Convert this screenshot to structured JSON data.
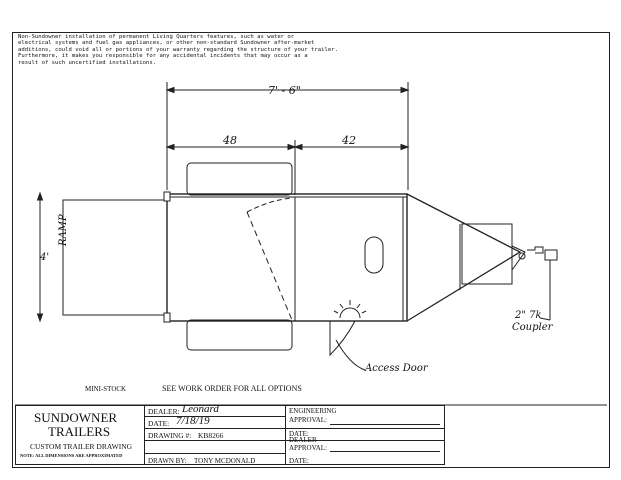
{
  "disclaimer": {
    "lines": [
      "Non-Sundowner installation of permanent Living Quarters features, such as water or",
      "electrical systems and fuel gas appliances, or other non-standard Sundowner after-market",
      "additions, could void all or portions of your warranty regarding the structure of your trailer.",
      "Furthermore, it makes you responsible for any accidental incidents that may occur as a",
      "result of such uncertified installations."
    ]
  },
  "dimensions": {
    "overall_length": "7' - 6\"",
    "front_section": "48",
    "rear_section": "42",
    "width": "4'"
  },
  "labels": {
    "ramp": "RAMP",
    "access_door": "Access Door",
    "coupler_size": "2\"  7k",
    "coupler": "Coupler"
  },
  "title_block": {
    "model": "MINI-STOCK",
    "options_note": "SEE WORK ORDER FOR ALL OPTIONS",
    "company_line1": "SUNDOWNER",
    "company_line2": "TRAILERS",
    "drawing_type": "CUSTOM TRAILER DRAWING",
    "dimensions_note": "NOTE: ALL DIMENSIONS ARE APPROXIMATED",
    "dealer_label": "DEALER:",
    "dealer_value": "Leonard",
    "date_label": "DATE:",
    "date_value": "7/18/19",
    "drawing_no_label": "DRAWING #:",
    "drawing_no_value": "KB8266",
    "drawn_by_label": "DRAWN BY:",
    "drawn_by_value": "TONY MCDONALD",
    "engineering_line1": "ENGINEERING",
    "engineering_line2": "APPROVAL:",
    "eng_date_label": "DATE:",
    "dealer_approval_line1": "DEALER",
    "dealer_approval_line2": "APPROVAL:",
    "dealer_date_label": "DATE:"
  }
}
